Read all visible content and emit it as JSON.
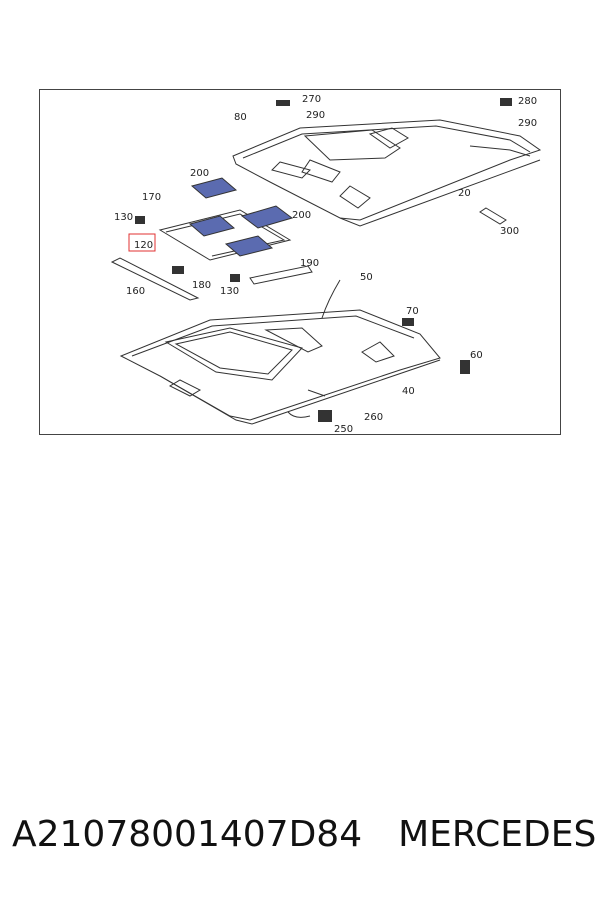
{
  "diagram": {
    "callouts": [
      {
        "id": "c20",
        "label": "20"
      },
      {
        "id": "c40",
        "label": "40"
      },
      {
        "id": "c50",
        "label": "50"
      },
      {
        "id": "c60",
        "label": "60"
      },
      {
        "id": "c70",
        "label": "70"
      },
      {
        "id": "c80",
        "label": "80"
      },
      {
        "id": "c120",
        "label": "120",
        "highlighted": true
      },
      {
        "id": "c130a",
        "label": "130"
      },
      {
        "id": "c130b",
        "label": "130"
      },
      {
        "id": "c160",
        "label": "160"
      },
      {
        "id": "c170",
        "label": "170"
      },
      {
        "id": "c180",
        "label": "180"
      },
      {
        "id": "c190",
        "label": "190"
      },
      {
        "id": "c200a",
        "label": "200"
      },
      {
        "id": "c200b",
        "label": "200"
      },
      {
        "id": "c250",
        "label": "250"
      },
      {
        "id": "c260",
        "label": "260"
      },
      {
        "id": "c270",
        "label": "270"
      },
      {
        "id": "c280",
        "label": "280"
      },
      {
        "id": "c290a",
        "label": "290"
      },
      {
        "id": "c290b",
        "label": "290"
      },
      {
        "id": "c300",
        "label": "300"
      }
    ],
    "highlight_color": "#e03030"
  },
  "footer": {
    "part_number": "A21078001407D84",
    "brand": "MERCEDES"
  }
}
